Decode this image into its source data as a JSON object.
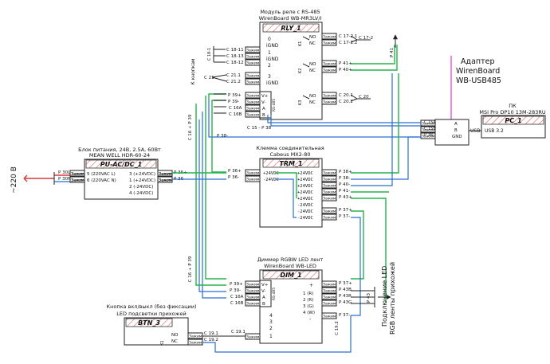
{
  "power": {
    "voltage_label": "~220 В"
  },
  "psu": {
    "title": "Блок питания, 24В, 2.5А, 60Вт",
    "model": "MEAN WELL HDR-60-24",
    "tag": "PU-AC/DC_1",
    "in_wires": [
      "P 30L",
      "P 30N"
    ],
    "terminal": "Зажим",
    "pins": [
      "5 (220VAC L)",
      "6 (220VAC N)",
      "3 (+24VDC)",
      "1 (+24VDC)",
      "2 (-24VDC)",
      "4 (-24VDC)"
    ],
    "out_wires": [
      "P 36+",
      "P 36-"
    ]
  },
  "relay": {
    "title": "Модуль реле с RS-485",
    "model": "WirenBoard WB-MR3LV/I",
    "tag": "RLY_1",
    "side_label": "К кнопкам",
    "inputs": [
      {
        "wire": "C 18-11",
        "pin": "0"
      },
      {
        "wire": "C 18-13",
        "pin": "iGND"
      },
      {
        "wire": "C 18-12",
        "pin": "1"
      },
      {
        "wire": "C 21.1",
        "pin": "iGND"
      },
      {
        "wire": "C 21.2",
        "pin": "2"
      }
    ],
    "in_labels": [
      "0",
      "iGND",
      "1",
      "iGND",
      "2",
      "3",
      "iGND"
    ],
    "c18_label": "C 18-1",
    "c21_label": "C 21",
    "bus_pins": [
      "V+",
      "V-",
      "A",
      "B"
    ],
    "bus_wires": [
      "P 39+",
      "P 39-",
      "C 16A",
      "C 16B"
    ],
    "rs485": "RS-485",
    "k_labels": [
      "K1",
      "K2",
      "K3"
    ],
    "contacts": [
      "NO",
      "NC",
      "NO",
      "NC",
      "NO",
      "NC"
    ],
    "out_wires": [
      "C 17-2.1",
      "C 17-2.2",
      "P 41+",
      "P 40+",
      "C 20.1",
      "C 20.2"
    ],
    "c172": "C 17-2",
    "c20": "C 20",
    "p41": "P 41",
    "c15": "C 15 - P 38"
  },
  "adapter": {
    "title_lines": [
      "Адаптер",
      "WirenBoard",
      "WB-USB485"
    ],
    "pins": [
      "A",
      "B",
      "GND"
    ],
    "wires": [
      "C 15A",
      "C 15B",
      "P 38-"
    ],
    "usb": "USB"
  },
  "pc": {
    "title": "ПК",
    "model": "MSI Pro DP10 13M-283RU",
    "tag": "PC_1",
    "usb_pin": "USB 3.2"
  },
  "terminal_block": {
    "title": "Клемма соединительная",
    "model": "Cabeus MX2-80",
    "tag": "TRM_1",
    "in_wires": [
      "P 36+",
      "P 36-"
    ],
    "pins": [
      "+24VDC",
      "+24VDC",
      "+24VDC",
      "+24VDC",
      "+24VDC",
      "+24VDC",
      "-24VDC",
      "-24VDC",
      "-24VDC",
      "-24VDC"
    ],
    "out_wires": [
      "P 38+",
      "P 38-",
      "P 40-",
      "P 41-",
      "P 43+",
      "P 37+",
      "P 37-"
    ]
  },
  "dimmer": {
    "title": "Диммер RGBW LED лент",
    "model": "WirenBoard WB-LED",
    "tag": "DIM_1",
    "bus_wires": [
      "P 39+",
      "P 39-",
      "C 16A",
      "C 16B"
    ],
    "bus_pins": [
      "V+",
      "V-",
      "A",
      "B"
    ],
    "rs485": "RS-485",
    "in_pins": [
      "4",
      "3",
      "2",
      "1"
    ],
    "in_wire": "C 19.1",
    "out_pins": [
      "+",
      "1 (R)",
      "2 (R)",
      "3 (G)",
      "4 (W)",
      "-"
    ],
    "out_wires": [
      "P 37+",
      "P 43B",
      "P 43R",
      "P 43G",
      "P 37-"
    ],
    "p43": "P 43",
    "c192": "C 19.2"
  },
  "button": {
    "title": "Кнопка вкл/выкл (без фиксации)",
    "subtitle": "LED подсветки прихожей",
    "tag": "BTN_3",
    "contacts": [
      "NO",
      "NC"
    ],
    "wires": [
      "C 19.1",
      "C 19.2"
    ],
    "k_label": "К1"
  },
  "led": {
    "label_lines": [
      "Подключение LED",
      "RGB ленты прихожей"
    ]
  },
  "side_wires": {
    "c16_p39_upper": "C 16 + P 39",
    "c16_p39_lower": "C 16 + P 39",
    "p38": "P 38-"
  },
  "colors": {
    "blue": "#2a6fd1",
    "green": "#27b24a",
    "red": "#d63a3a",
    "magenta": "#e03ad6"
  }
}
